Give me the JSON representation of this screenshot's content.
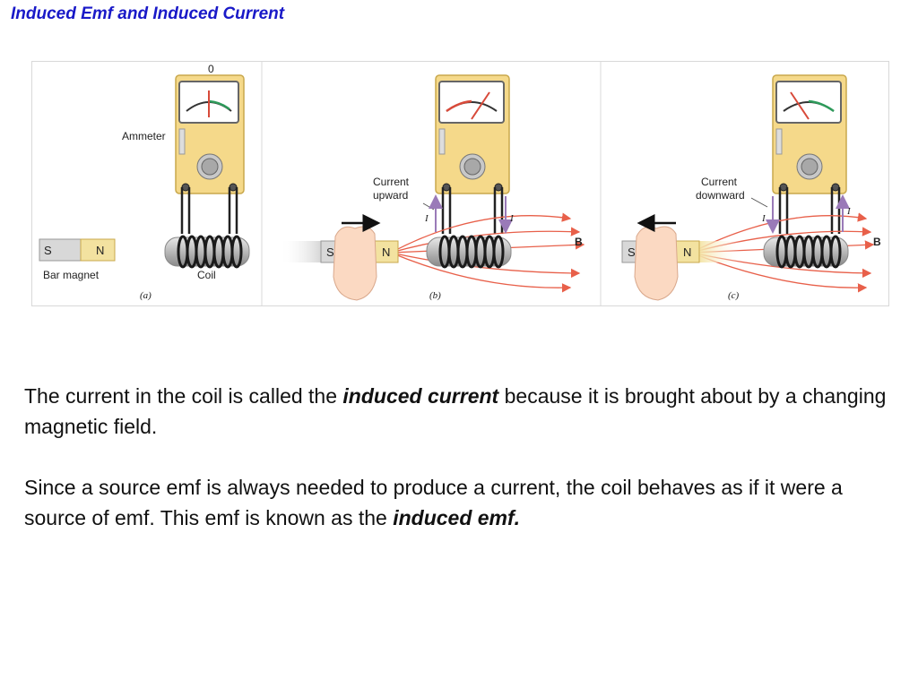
{
  "slide": {
    "title": "Induced Emf and Induced Current"
  },
  "figure": {
    "panel_a": {
      "zero_label": "0",
      "ammeter_label": "Ammeter",
      "bar_magnet_label": "Bar magnet",
      "coil_label": "Coil",
      "south": "S",
      "north": "N",
      "caption": "(a)"
    },
    "panel_b": {
      "current_label_1": "Current",
      "current_label_2": "upward",
      "current_symbol": "I",
      "field_label": "B",
      "south": "S",
      "north": "N",
      "caption": "(b)"
    },
    "panel_c": {
      "current_label_1": "Current",
      "current_label_2": "downward",
      "current_symbol": "I",
      "field_label": "B",
      "south": "S",
      "north": "N",
      "caption": "(c)"
    }
  },
  "text": {
    "p1_before": "The current in the coil is called the ",
    "p1_em": "induced current",
    "p1_after": " because it is brought about by a changing magnetic field.",
    "p2_before": "Since a source emf is always needed to produce a current, the coil behaves as if it were a source of emf.  This emf is known as the ",
    "p2_em": "induced emf."
  },
  "colors": {
    "title": "#1919c8",
    "meter_body": "#f5d98a",
    "needle": "#d84a3a",
    "field_lines": "#e8604a",
    "current_arrow": "#9a7ab8"
  }
}
